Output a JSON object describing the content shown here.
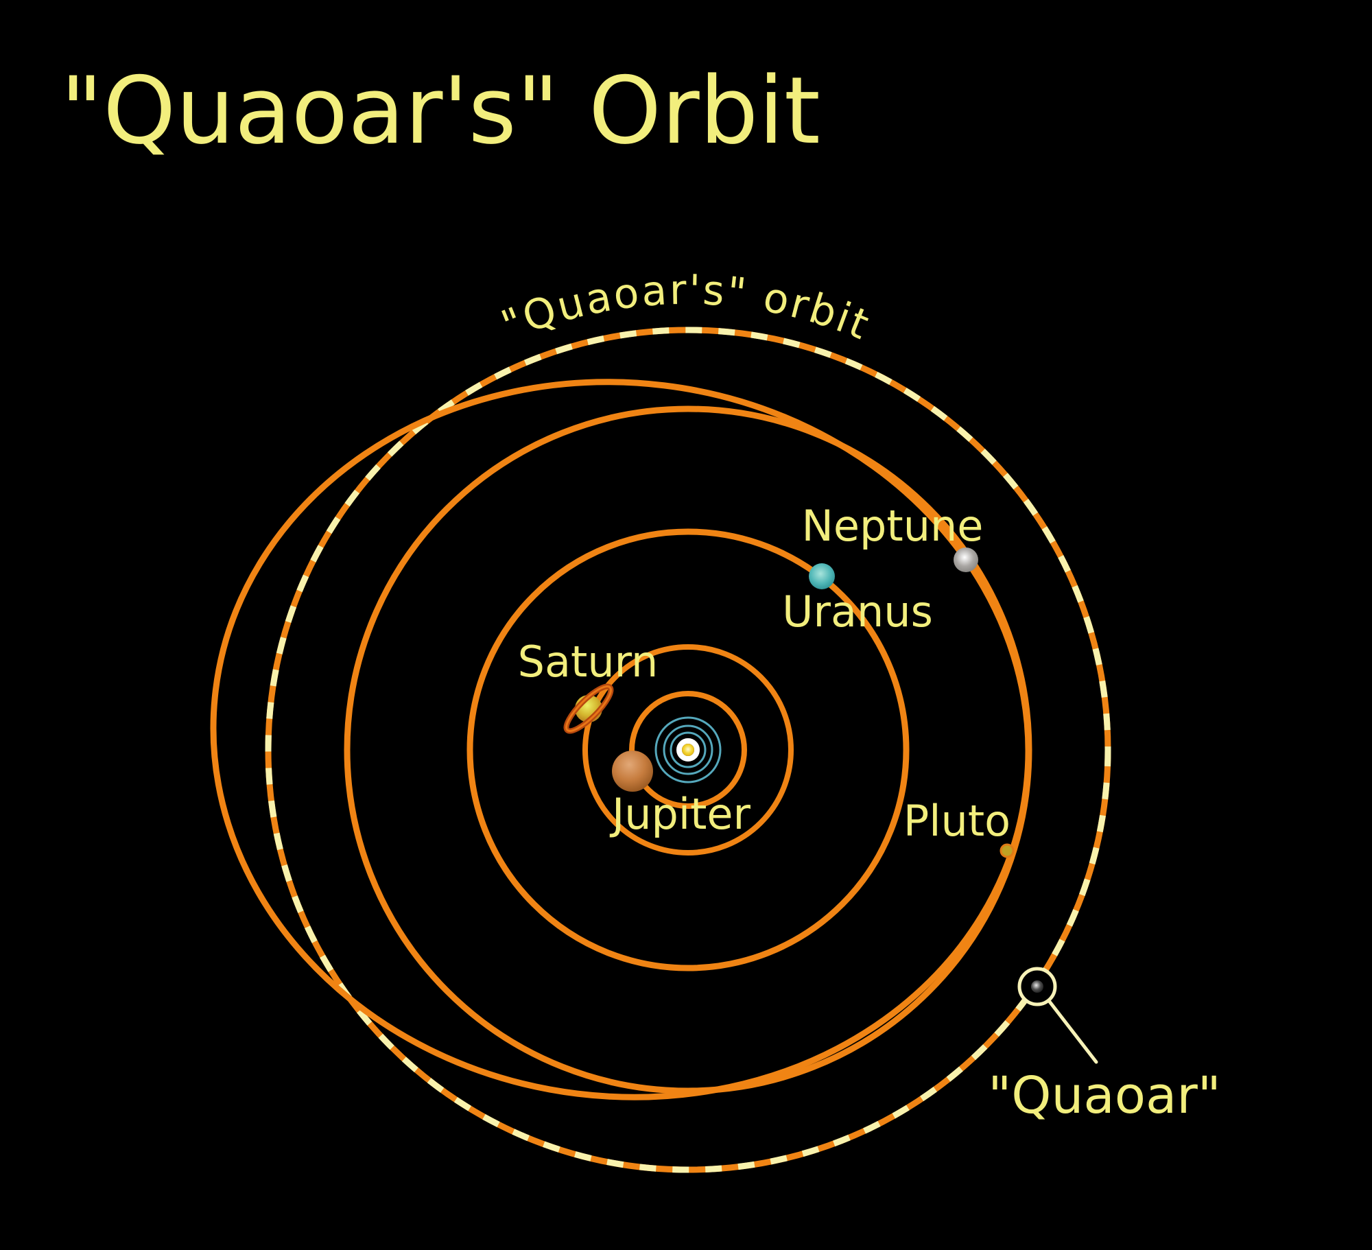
{
  "title": "\"Quaoar's\" Orbit",
  "orbit_label": "\"Quaoar's\" orbit",
  "quaoar": {
    "label": "\"Quaoar\""
  },
  "planets": [
    {
      "label": "Jupiter",
      "color": "#c67c3e"
    },
    {
      "label": "Saturn",
      "color": "#d4b52e"
    },
    {
      "label": "Uranus",
      "color": "#4fb6b6"
    },
    {
      "label": "Neptune",
      "color": "#aaa7a4"
    },
    {
      "label": "Pluto",
      "color": "#bfa224"
    }
  ],
  "colors": {
    "background": "#000000",
    "orbit-orange": "#f08414",
    "dash-cream": "#f8f2ad",
    "label-yellow": "#f2ee7d",
    "inner-orbit-blue": "#55a8bc",
    "sun-ring-white": "#ffffff",
    "sun-yellow": "#f2d029",
    "saturn-ring": "#b8490e",
    "quaoar-marker": "#f7f2b8"
  }
}
